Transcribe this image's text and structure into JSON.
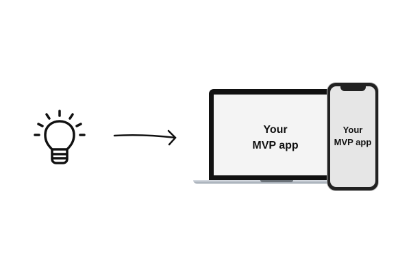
{
  "laptop": {
    "line1": "Your",
    "line2": "MVP app"
  },
  "phone": {
    "line1": "Your",
    "line2": "MVP app"
  },
  "icons": {
    "idea": "lightbulb-icon",
    "arrow": "arrow-right-icon"
  }
}
